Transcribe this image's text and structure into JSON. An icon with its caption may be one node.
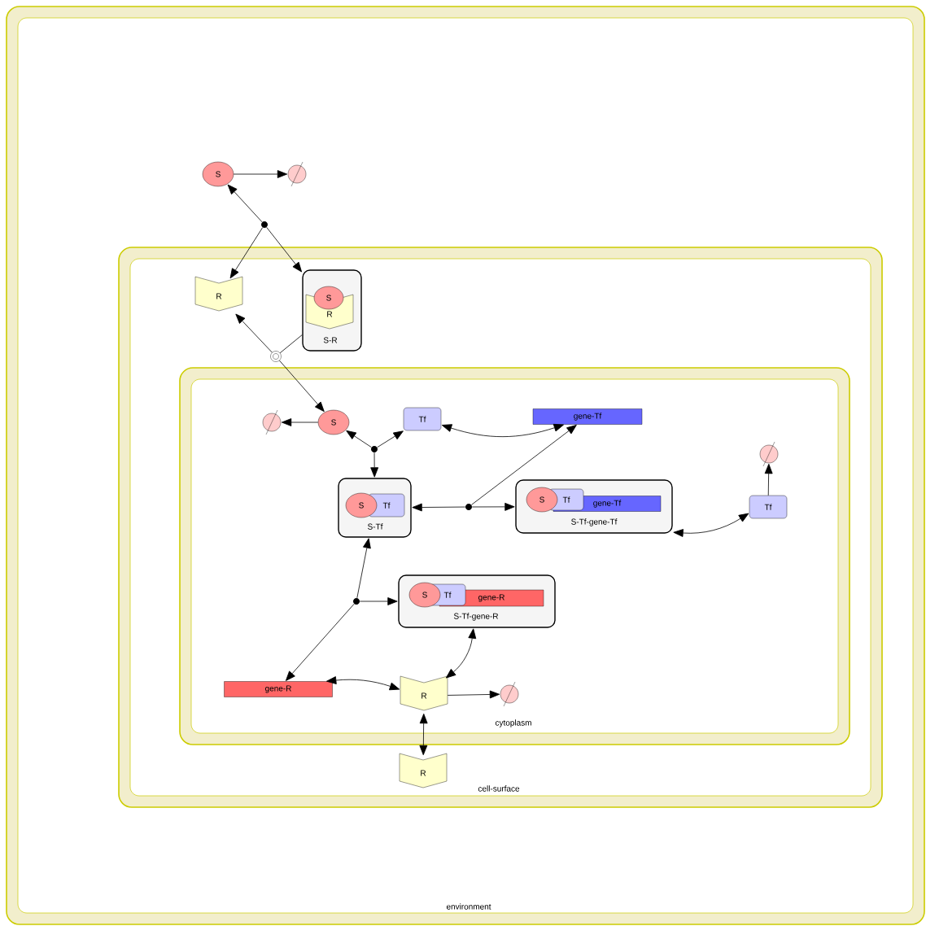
{
  "diagram": {
    "nodes": [
      {
        "text": [
          "environment"
        ]
      },
      {
        "text": [
          "cell-surface"
        ],
        "in": 0
      },
      {
        "text": [
          "cytoplasm"
        ],
        "in": 1
      },
      {
        "text": [
          "S"
        ],
        "in": 0
      },
      {
        "text": [],
        "shape": "circle",
        "in": 0
      },
      {
        "text": [],
        "shape": "circle",
        "in": 0
      },
      {
        "text": [
          "R"
        ],
        "in": 1
      },
      {
        "text": [
          "S-R"
        ],
        "in": 1
      },
      {
        "text": [
          "S"
        ],
        "in": 7
      },
      {
        "text": [
          "R"
        ],
        "in": 7
      },
      {
        "text": [],
        "shape": "circle",
        "in": 1
      },
      {
        "text": [
          "R"
        ],
        "in": 1
      },
      {
        "text": [],
        "shape": "circle",
        "in": 2
      },
      {
        "text": [
          "S"
        ],
        "in": 2
      },
      {
        "text": [
          "Tf"
        ],
        "in": 2
      },
      {
        "text": [
          "gene-Tf"
        ],
        "in": 2
      },
      {
        "text": [],
        "shape": "circle",
        "in": 2
      },
      {
        "text": [
          "S-Tf"
        ],
        "in": 2
      },
      {
        "text": [
          "S"
        ],
        "in": 17
      },
      {
        "text": [
          "Tf"
        ],
        "in": 17
      },
      {
        "text": [],
        "shape": "circle",
        "in": 2
      },
      {
        "text": [
          "S-Tf-gene-Tf"
        ],
        "in": 2
      },
      {
        "text": [
          "S"
        ],
        "in": 21
      },
      {
        "text": [
          "Tf"
        ],
        "in": 21
      },
      {
        "text": [
          "gene-Tf"
        ],
        "in": 21
      },
      {
        "text": [
          "Tf"
        ],
        "in": 2
      },
      {
        "text": [],
        "shape": "circle",
        "in": 2
      },
      {
        "text": [],
        "shape": "circle",
        "in": 2
      },
      {
        "text": [
          "S-Tf-gene-R"
        ],
        "in": 2
      },
      {
        "text": [
          "S"
        ],
        "in": 28
      },
      {
        "text": [
          "Tf"
        ],
        "in": 28
      },
      {
        "text": [
          "gene-R"
        ],
        "in": 28
      },
      {
        "text": [
          "gene-R"
        ],
        "in": 2
      },
      {
        "text": [
          "R"
        ],
        "in": 2
      },
      {
        "text": [],
        "shape": "circle",
        "in": 2
      }
    ],
    "edges": [
      {
        "from": 5,
        "to": 3,
        "arrow": "to"
      },
      {
        "from": 5,
        "to": 6,
        "arrow": "to"
      },
      {
        "from": 5,
        "to": 7,
        "arrow": "to"
      },
      {
        "from": 3,
        "to": 4,
        "arrow": "to"
      },
      {
        "from": 7,
        "to": 10,
        "arrow": "none"
      },
      {
        "from": 10,
        "to": 6,
        "arrow": "to"
      },
      {
        "from": 10,
        "to": 13,
        "arrow": "to"
      },
      {
        "from": 13,
        "to": 12,
        "arrow": "to"
      },
      {
        "from": 16,
        "to": 13,
        "arrow": "to"
      },
      {
        "from": 16,
        "to": 14,
        "arrow": "to"
      },
      {
        "from": 16,
        "to": 17,
        "arrow": "to"
      },
      {
        "from": 15,
        "to": 14,
        "arrow": "both"
      },
      {
        "from": 20,
        "to": 17,
        "arrow": "to"
      },
      {
        "from": 20,
        "to": 15,
        "arrow": "to"
      },
      {
        "from": 20,
        "to": 21,
        "arrow": "to"
      },
      {
        "from": 21,
        "to": 25,
        "arrow": "both"
      },
      {
        "from": 25,
        "to": 26,
        "arrow": "to"
      },
      {
        "from": 27,
        "to": 17,
        "arrow": "to"
      },
      {
        "from": 27,
        "to": 32,
        "arrow": "to"
      },
      {
        "from": 27,
        "to": 28,
        "arrow": "to"
      },
      {
        "from": 28,
        "to": 33,
        "arrow": "both"
      },
      {
        "from": 32,
        "to": 33,
        "arrow": "both"
      },
      {
        "from": 33,
        "to": 34,
        "arrow": "to"
      },
      {
        "from": 33,
        "to": 11,
        "arrow": "both"
      }
    ]
  }
}
